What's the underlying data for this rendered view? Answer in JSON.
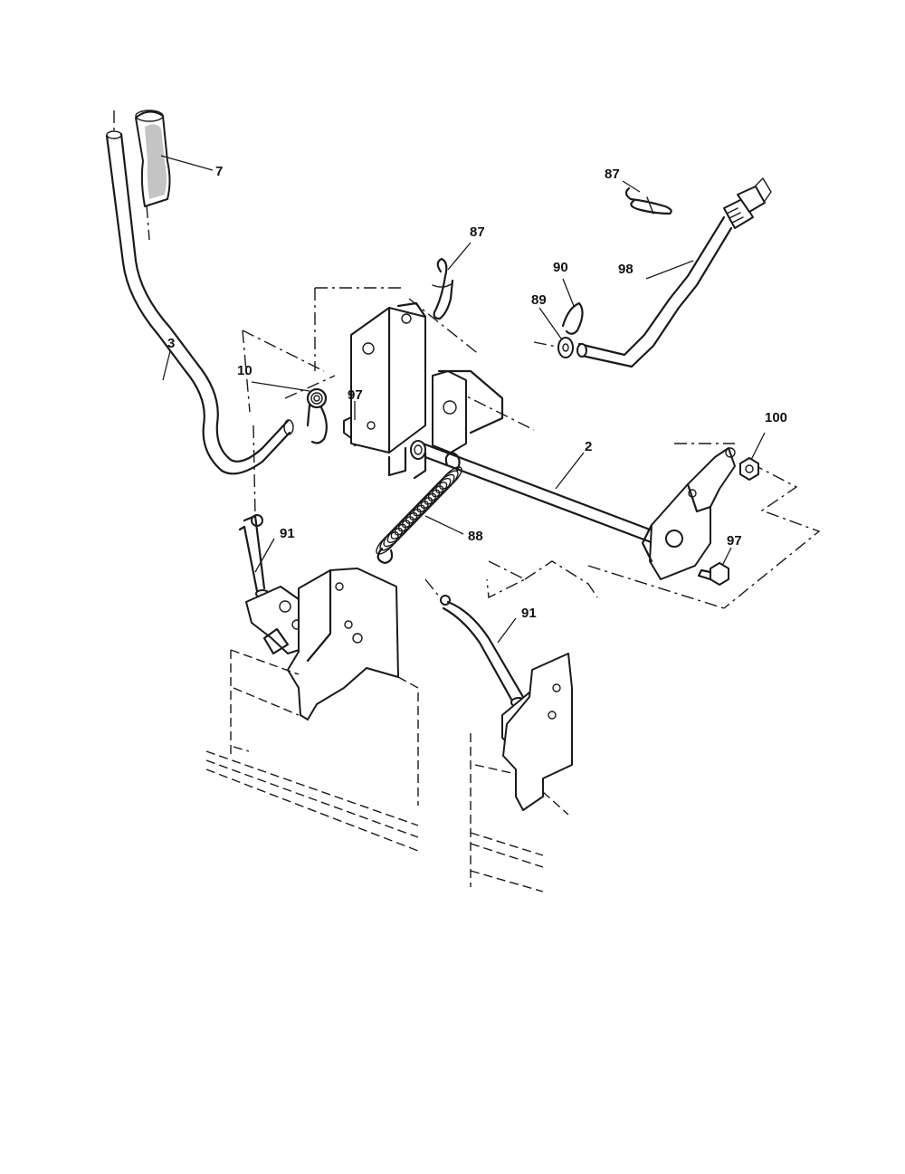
{
  "diagram": {
    "callouts": [
      {
        "id": "c7",
        "label": "7"
      },
      {
        "id": "c87a",
        "label": "87"
      },
      {
        "id": "c87b",
        "label": "87"
      },
      {
        "id": "c90",
        "label": "90"
      },
      {
        "id": "c98",
        "label": "98"
      },
      {
        "id": "c89",
        "label": "89"
      },
      {
        "id": "c3",
        "label": "3"
      },
      {
        "id": "c10",
        "label": "10"
      },
      {
        "id": "c97a",
        "label": "97"
      },
      {
        "id": "c100",
        "label": "100"
      },
      {
        "id": "c2",
        "label": "2"
      },
      {
        "id": "c91a",
        "label": "91"
      },
      {
        "id": "c88",
        "label": "88"
      },
      {
        "id": "c97b",
        "label": "97"
      },
      {
        "id": "c91b",
        "label": "91"
      }
    ]
  }
}
